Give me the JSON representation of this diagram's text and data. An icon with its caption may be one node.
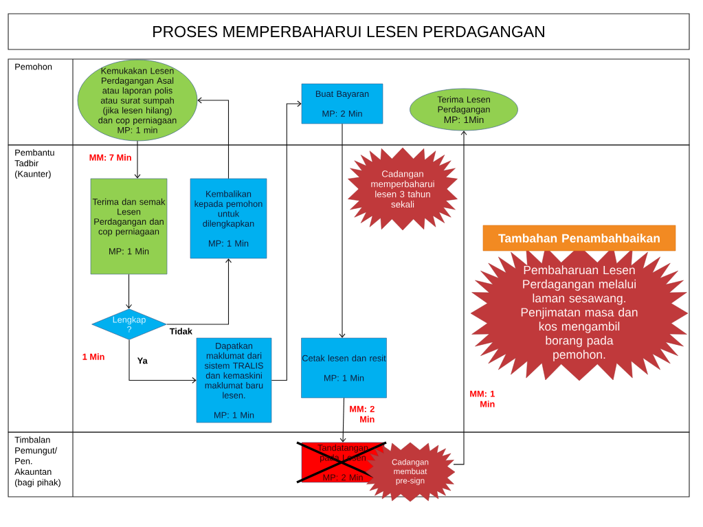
{
  "diagram": {
    "title": "PROSES MEMPERBAHARUI LESEN PERDAGANGAN",
    "nodes": [
      {
        "text": [
          "Pemohon"
        ]
      },
      {
        "text": [
          "Pembantu Tadbir (Kaunter)"
        ]
      },
      {
        "text": [
          "Timbalan Pemungut/ Pen. Akauntan (bagi pihak)"
        ]
      },
      {
        "text": [
          "Kemukakan Lesen Perdagangan Asal atau laporan polis atau surat sumpah (jika lesen hilang) dan cop perniagaan",
          "MP: 1 min"
        ],
        "in": 0
      },
      {
        "text": [
          "Buat Bayaran",
          "MP: 2 Min"
        ],
        "in": 0
      },
      {
        "text": [
          "Terima Lesen Perdagangan",
          "MP: 1Min"
        ],
        "in": 0
      },
      {
        "text": [
          "Terima dan semak Lesen Perdagangan dan cop perniagaan",
          "MP: 1 Min"
        ],
        "in": 1
      },
      {
        "text": [
          "Kembalikan kepada pemohon untuk dilengkapkan",
          "MP: 1 Min"
        ],
        "in": 1
      },
      {
        "text": [
          "Lengkap ?"
        ],
        "in": 1,
        "beside": [
          "1 Min"
        ]
      },
      {
        "text": [
          "Dapatkan maklumat dari sistem TRALIS dan kemaskini maklumat baru lesen.",
          "MP: 1 Min"
        ],
        "in": 1
      },
      {
        "text": [
          "Cadangan memperbaharui lesen 3 tahun sekali"
        ],
        "in": 1
      },
      {
        "text": [
          "Cetak lesen dan resit",
          "MP: 1 Min"
        ],
        "in": 1
      },
      {
        "text": [
          "Tambahan Penambahbaikan"
        ],
        "in": 1
      },
      {
        "text": [
          "Pembaharuan Lesen Perdagangan melalui laman sesawang. Penjimatan masa dan kos mengambil borang pada pemohon."
        ],
        "in": 1
      },
      {
        "text": [
          "Tandatangan pada Lesen",
          "MP: 2 Min"
        ],
        "in": 2
      },
      {
        "text": [
          "Cadangan membuat pre-sign"
        ]
      }
    ],
    "edges": [
      {
        "from": 3,
        "to": 6,
        "arrow": "to",
        "label": "MM: 7 Min"
      },
      {
        "from": 6,
        "to": 8,
        "arrow": "to"
      },
      {
        "from": 8,
        "to": 7,
        "arrow": "to",
        "label": "Tidak"
      },
      {
        "from": 7,
        "to": 3,
        "arrow": "to"
      },
      {
        "from": 8,
        "to": 9,
        "arrow": "to",
        "label": "Ya"
      },
      {
        "from": 9,
        "to": 4,
        "arrow": "to"
      },
      {
        "from": 4,
        "to": 11,
        "arrow": "to"
      },
      {
        "from": 11,
        "to": 14,
        "arrow": "to",
        "label": "MM: 2 Min"
      },
      {
        "from": 15,
        "to": 5,
        "arrow": "to",
        "label": "MM: 1 Min"
      }
    ]
  }
}
